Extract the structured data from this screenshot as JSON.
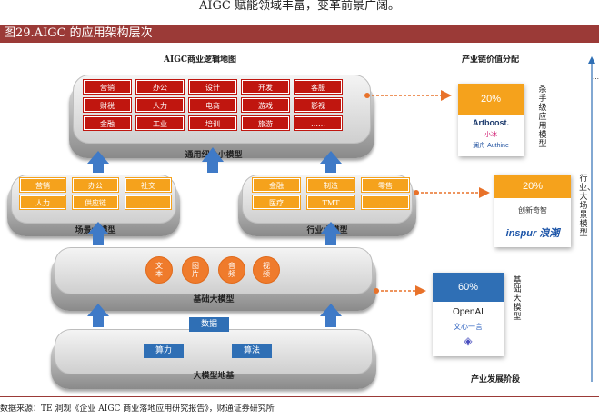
{
  "top_text": "AIGC 赋能领域丰富，变革前景广阔。",
  "figure_title": "图29.AIGC 的应用架构层次",
  "diagram_title": "AIGC商业逻辑地图",
  "value_title": "产业链价值分配",
  "stage_label": "产业发展阶段",
  "layers": {
    "app": {
      "label": "通用细分小模型",
      "chips": [
        "营销",
        "办公",
        "设计",
        "开发",
        "客服",
        "财税",
        "人力",
        "电商",
        "游戏",
        "影视",
        "金融",
        "工业",
        "培训",
        "旅游",
        "……"
      ]
    },
    "scene": {
      "label": "场景大模型",
      "chips": [
        "营销",
        "办公",
        "社交",
        "人力",
        "供应链",
        "……"
      ]
    },
    "industry": {
      "label": "行业大模型",
      "chips": [
        "金融",
        "制造",
        "零售",
        "医疗",
        "TMT",
        "……"
      ]
    },
    "base": {
      "label": "基础大模型",
      "circles": [
        "文本",
        "图片",
        "音频",
        "视频"
      ]
    },
    "foundation": {
      "label": "大模型地基",
      "boxes": {
        "data": "数据",
        "compute": "算力",
        "algorithm": "算法"
      }
    }
  },
  "value_cards": [
    {
      "pct": "20%",
      "color": "#f5a21c",
      "label": "杀手级应用模型",
      "logos": [
        "Artboost.",
        "小冰",
        "澜舟 Authine"
      ]
    },
    {
      "pct": "20%",
      "color": "#f5a21c",
      "label": "行业、大场景模型",
      "logos": [
        "创新奇智",
        "inspur 浪潮"
      ]
    },
    {
      "pct": "60%",
      "color": "#2f6fb5",
      "label": "基础大模型",
      "logos": [
        "OpenAI",
        "文心一言",
        "◈"
      ]
    }
  ],
  "right_axis_text": "……",
  "footer": "数据来源：TE 洞观《企业 AIGC 商业落地应用研究报告》，财通证券研究所",
  "colors": {
    "accent": "#9b3a37",
    "red": "#c0160f",
    "orange": "#f5a21c",
    "blue": "#2f6fb5",
    "circle": "#ef7b2c"
  }
}
